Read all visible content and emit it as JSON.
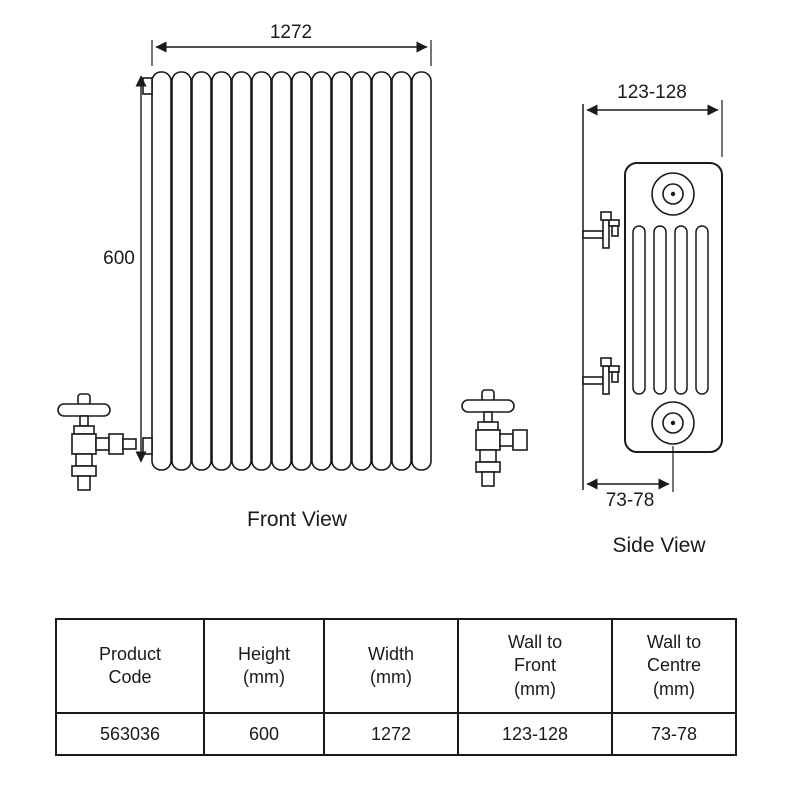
{
  "front_view": {
    "label": "Front View",
    "width_mm": "1272",
    "height_mm": "600",
    "column_count": 14
  },
  "side_view": {
    "label": "Side View",
    "wall_to_front_mm": "123-128",
    "wall_to_centre_mm": "73-78",
    "slot_count": 4
  },
  "spec_table": {
    "headers": [
      "Product\nCode",
      "Height\n(mm)",
      "Width\n(mm)",
      "Wall to\nFront\n(mm)",
      "Wall to\nCentre\n(mm)"
    ],
    "row": [
      "563036",
      "600",
      "1272",
      "123-128",
      "73-78"
    ]
  },
  "colors": {
    "ink": "#1a1a1a",
    "background": "#ffffff"
  }
}
